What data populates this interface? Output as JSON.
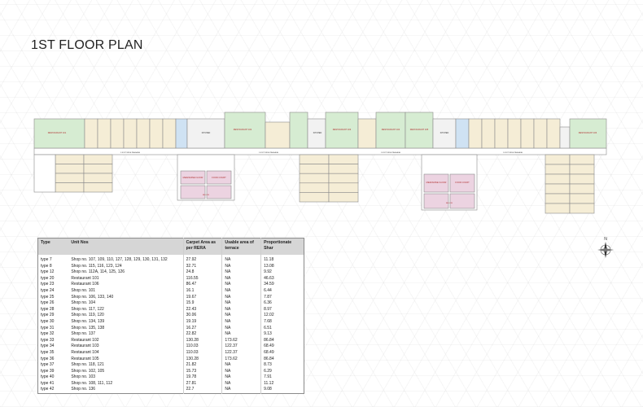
{
  "title": "1ST FLOOR PLAN",
  "colors": {
    "shop": "#f5edd6",
    "restaurant": "#d6ecd2",
    "food_court": "#ecd3e1",
    "service": "#cfe2f3",
    "wall": "#8a8a8a"
  },
  "plan_labels": {
    "restaurant_101": "RESTAURANT 101",
    "restaurant_102": "RESTAURANT 102",
    "restaurant_103": "RESTAURANT 103",
    "restaurant_104": "RESTAURANT 104",
    "restaurant_105": "RESTAURANT 105",
    "restaurant_106": "RESTAURANT 106",
    "kitchen": "KITCHEN",
    "lift": "LIFT",
    "passage": "1.8 WT WIDE PASSAGE",
    "food_court_a": "MEZZANINE FLOOR",
    "food_court_b": "FOOD COURT",
    "below": "BELOW"
  },
  "table": {
    "headers": {
      "type": "Type",
      "units": "Unit Nos",
      "carpet": "Carpet Area as per RERA",
      "terrace": "Usable area of terrace",
      "share": "Proportionate Shar"
    },
    "rows": [
      {
        "type": "type 7",
        "units": "Shop no. 107, 109, 110, 127, 128, 129, 130, 131, 132",
        "carpet": "27.92",
        "terrace": "NA",
        "share": "11.18"
      },
      {
        "type": "type 8",
        "units": "Shop no. 115, 116, 123, 124",
        "carpet": "32.71",
        "terrace": "NA",
        "share": "13.08"
      },
      {
        "type": "type 12",
        "units": "Shop no. 112A, 114, 125, 126",
        "carpet": "24.8",
        "terrace": "NA",
        "share": "9.92"
      },
      {
        "type": "type 20",
        "units": "Restaurant 101",
        "carpet": "116.55",
        "terrace": "NA",
        "share": "46.63"
      },
      {
        "type": "type 23",
        "units": "Restaurant 106",
        "carpet": "86.47",
        "terrace": "NA",
        "share": "34.59"
      },
      {
        "type": "type 24",
        "units": "Shop no. 101",
        "carpet": "16.1",
        "terrace": "NA",
        "share": "6.44"
      },
      {
        "type": "type 25",
        "units": "Shop no. 106, 133, 140",
        "carpet": "19.67",
        "terrace": "NA",
        "share": "7.87"
      },
      {
        "type": "type 26",
        "units": "Shop no. 104",
        "carpet": "15.9",
        "terrace": "NA",
        "share": "6.36"
      },
      {
        "type": "type 28",
        "units": "Shop no. 117, 122",
        "carpet": "22.43",
        "terrace": "NA",
        "share": "8.97"
      },
      {
        "type": "type 29",
        "units": "Shop no. 119, 120",
        "carpet": "30.06",
        "terrace": "NA",
        "share": "12.02"
      },
      {
        "type": "type 30",
        "units": "Shop no. 134, 139",
        "carpet": "19.19",
        "terrace": "NA",
        "share": "7.68"
      },
      {
        "type": "type 31",
        "units": "Shop no. 135, 138",
        "carpet": "16.27",
        "terrace": "NA",
        "share": "6.51"
      },
      {
        "type": "type 32",
        "units": "Shop no. 137",
        "carpet": "22.82",
        "terrace": "NA",
        "share": "9.13"
      },
      {
        "type": "type 33",
        "units": "Restaurant 102",
        "carpet": "130.28",
        "terrace": "173.62",
        "share": "86.84"
      },
      {
        "type": "type 34",
        "units": "Restaurant 103",
        "carpet": "110.03",
        "terrace": "122.37",
        "share": "68.49"
      },
      {
        "type": "type 35",
        "units": "Restaurant 104",
        "carpet": "110.03",
        "terrace": "122.37",
        "share": "68.49"
      },
      {
        "type": "type 36",
        "units": "Restaurant 105",
        "carpet": "130.28",
        "terrace": "173.62",
        "share": "86.84"
      },
      {
        "type": "type 37",
        "units": "Shop no. 118, 121",
        "carpet": "21.82",
        "terrace": "NA",
        "share": "8.73"
      },
      {
        "type": "type 39",
        "units": "Shop no. 102, 105",
        "carpet": "15.73",
        "terrace": "NA",
        "share": "6.29"
      },
      {
        "type": "type 40",
        "units": "Shop no. 103",
        "carpet": "19.78",
        "terrace": "NA",
        "share": "7.91"
      },
      {
        "type": "type 41",
        "units": "Shop no. 108, 111, 112",
        "carpet": "27.81",
        "terrace": "NA",
        "share": "11.12"
      },
      {
        "type": "type 42",
        "units": "Shop no. 136",
        "carpet": "22.7",
        "terrace": "NA",
        "share": "9.08"
      }
    ]
  },
  "compass": {
    "north_label": "N",
    "icon": "north-arrow-icon"
  }
}
